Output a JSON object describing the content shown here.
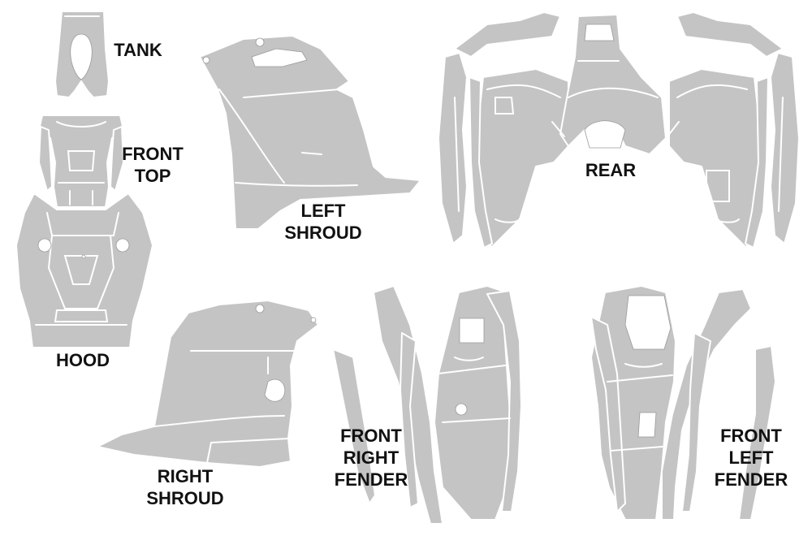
{
  "labels": {
    "tank": {
      "line1": "TANK"
    },
    "front_top": {
      "line1": "FRONT",
      "line2": "TOP"
    },
    "hood": {
      "line1": "HOOD"
    },
    "left_shroud": {
      "line1": "LEFT",
      "line2": "SHROUD"
    },
    "right_shroud": {
      "line1": "RIGHT",
      "line2": "SHROUD"
    },
    "rear": {
      "line1": "REAR"
    },
    "front_right_fender": {
      "line1": "FRONT",
      "line2": "RIGHT",
      "line3": "FENDER"
    },
    "front_left_fender": {
      "line1": "FRONT",
      "line2": "LEFT",
      "line3": "FENDER"
    }
  },
  "colors": {
    "piece": "#c4c4c4",
    "background": "#ffffff",
    "text": "#111111"
  }
}
